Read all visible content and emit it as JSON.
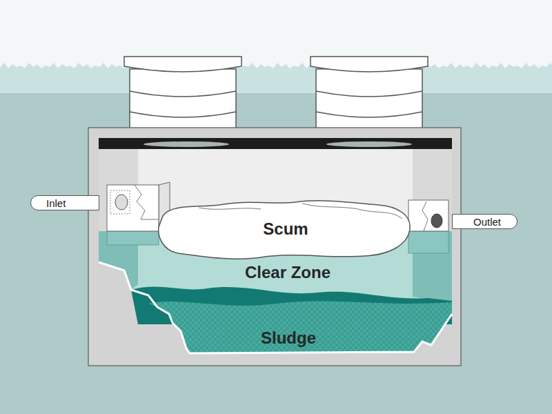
{
  "diagram": {
    "nodes": [
      {
        "text": [
          "Inlet"
        ]
      },
      {
        "text": [
          "Scum"
        ]
      },
      {
        "text": [
          "Outlet"
        ]
      },
      {
        "text": [
          "Clear Zone"
        ]
      },
      {
        "text": [
          "Sludge"
        ]
      }
    ]
  }
}
